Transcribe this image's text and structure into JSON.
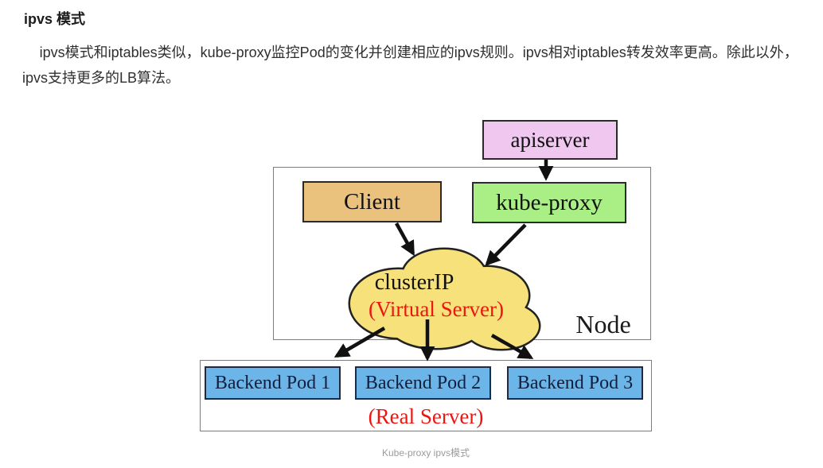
{
  "article": {
    "title": "ipvs 模式",
    "paragraph": "ipvs模式和iptables类似，kube-proxy监控Pod的变化并创建相应的ipvs规则。ipvs相对iptables转发效率更高。除此以外，ipvs支持更多的LB算法。",
    "caption": "Kube-proxy ipvs模式"
  },
  "diagram": {
    "apiserver_label": "apiserver",
    "client_label": "Client",
    "kube_proxy_label": "kube-proxy",
    "cluster_ip_line1": "clusterIP",
    "cluster_ip_line2": "(Virtual Server)",
    "node_label": "Node",
    "pods": [
      "Backend Pod 1",
      "Backend Pod 2",
      "Backend Pod 3"
    ],
    "real_server_label": "(Real Server)",
    "colors": {
      "apiserver_fill": "#efc7ef",
      "client_fill": "#eac27e",
      "kube_proxy_fill": "#aaee86",
      "cloud_fill": "#f6e17b",
      "pod_fill": "#6cb5e8",
      "accent_red": "#ee1511",
      "arrow": "#111111"
    }
  }
}
